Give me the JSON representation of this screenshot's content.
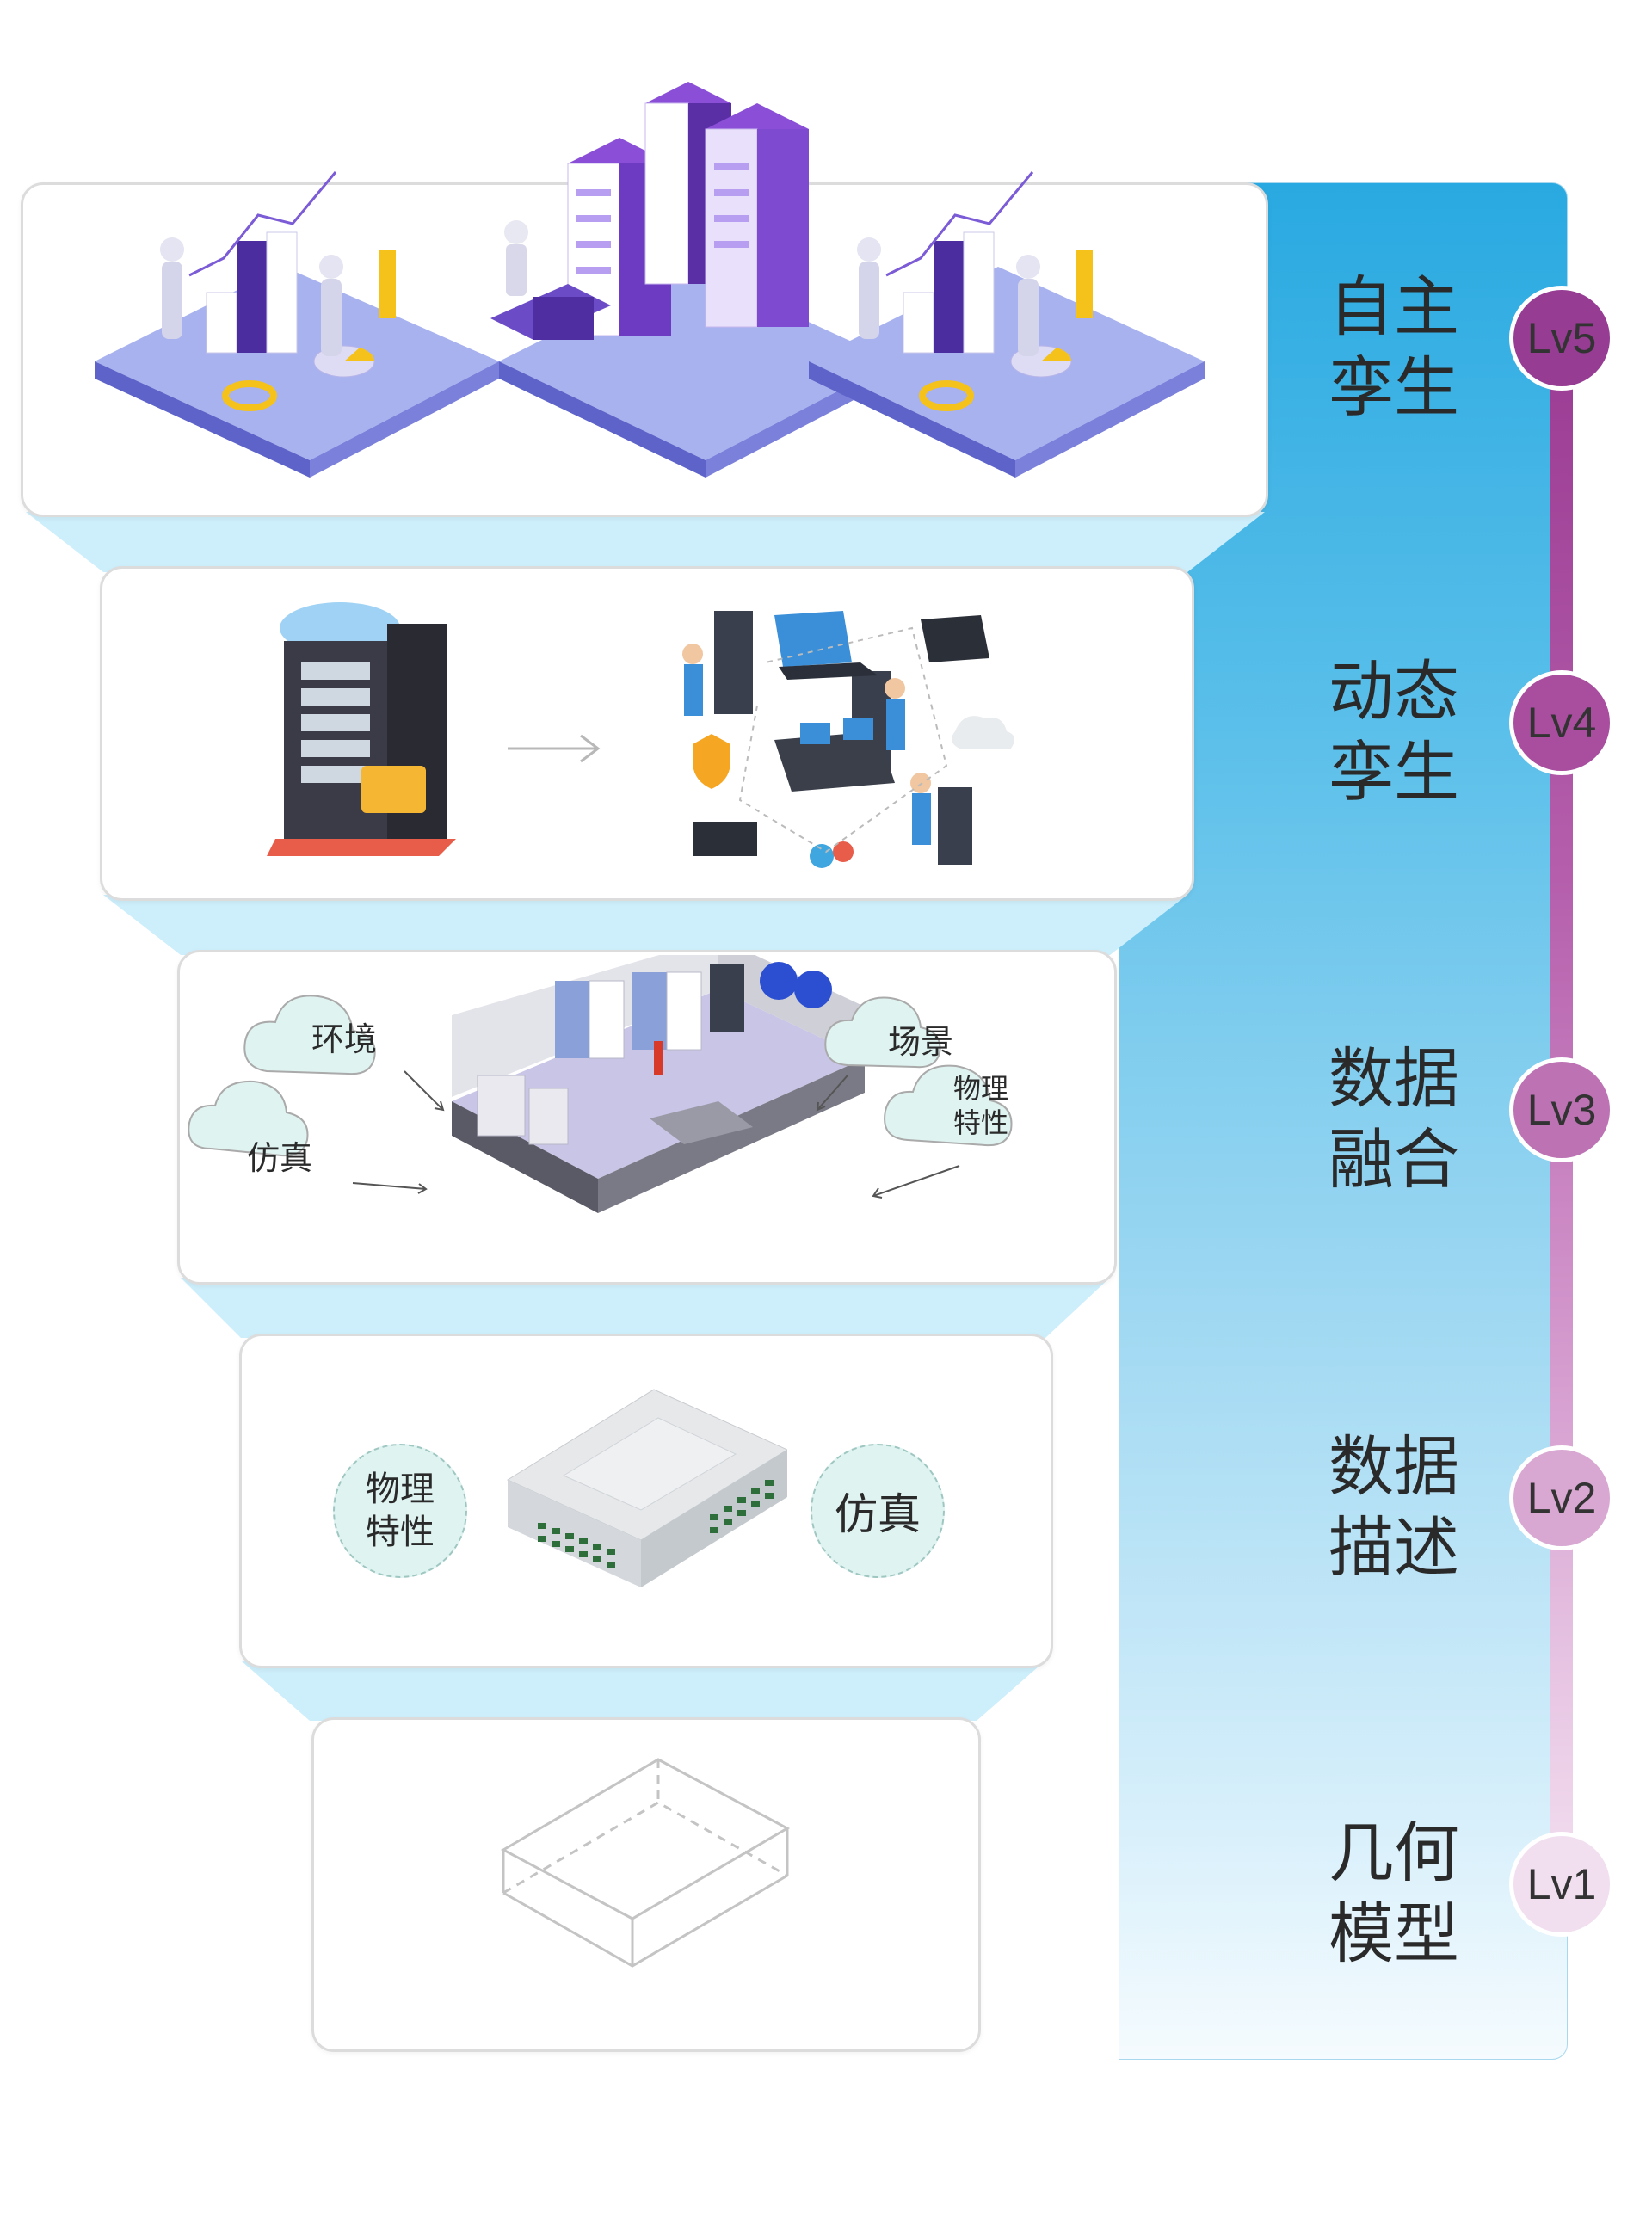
{
  "colors": {
    "panel_top": "#29a9e1",
    "panel_bottom": "#f5fbfe",
    "funnel_fill": "#cdeefb",
    "cloud_fill": "#dff3f1",
    "timeline_top": "#9a3b93",
    "timeline_bottom": "#f3dff0"
  },
  "levels": [
    {
      "badge": "Lv5",
      "title_line1": "自主",
      "title_line2": "孪生",
      "color": "#963c93"
    },
    {
      "badge": "Lv4",
      "title_line1": "动态",
      "title_line2": "孪生",
      "color": "#a94e9f"
    },
    {
      "badge": "Lv3",
      "title_line1": "数据",
      "title_line2": "融合",
      "color": "#bd72b4"
    },
    {
      "badge": "Lv2",
      "title_line1": "数据",
      "title_line2": "描述",
      "color": "#d8a8d2"
    },
    {
      "badge": "Lv1",
      "title_line1": "几何",
      "title_line2": "模型",
      "color": "#f1dff0"
    }
  ],
  "tier3": {
    "cloud_env": "环境",
    "cloud_sim": "仿真",
    "cloud_scene": "场景",
    "cloud_phys_line1": "物理",
    "cloud_phys_line2": "特性"
  },
  "tier2": {
    "bubble_phys_line1": "物理",
    "bubble_phys_line2": "特性",
    "bubble_sim": "仿真"
  },
  "icons": {
    "tier5": "isometric-robots-datacenter-illustration",
    "tier4": "server-to-operations-illustration",
    "tier3": "datacenter-room-illustration",
    "tier2": "network-switch-illustration",
    "tier1": "wireframe-box-illustration"
  }
}
